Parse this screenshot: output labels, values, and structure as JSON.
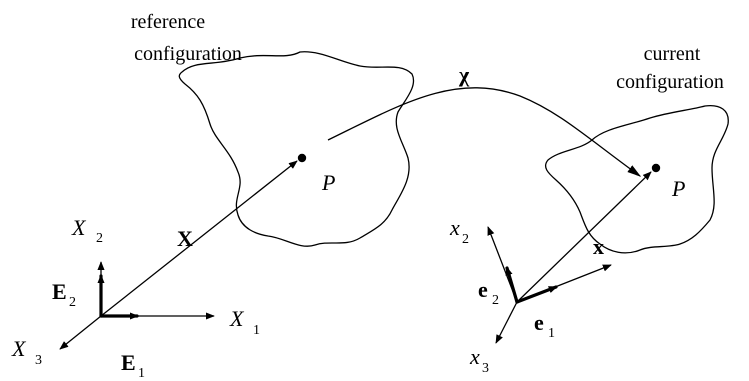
{
  "labels": {
    "reference_line1": "reference",
    "reference_line2": "configuration",
    "current_line1": "current",
    "current_line2": "configuration",
    "mapping": "χ",
    "point_ref": "P",
    "point_cur": "P",
    "position_ref": "X",
    "position_cur": "x",
    "axis_X2": "X",
    "axis_X2_sub": "2",
    "axis_X1": "X",
    "axis_X1_sub": "1",
    "axis_X3": "X",
    "axis_X3_sub": "3",
    "basis_E2": "E",
    "basis_E2_sub": "2",
    "basis_E1": "E",
    "basis_E1_sub": "1",
    "axis_x2": "x",
    "axis_x2_sub": "2",
    "axis_x3": "x",
    "axis_x3_sub": "3",
    "basis_e2": "e",
    "basis_e2_sub": "2",
    "basis_e1": "e",
    "basis_e1_sub": "1"
  },
  "colors": {
    "ink": "#000000",
    "background": "#ffffff"
  }
}
